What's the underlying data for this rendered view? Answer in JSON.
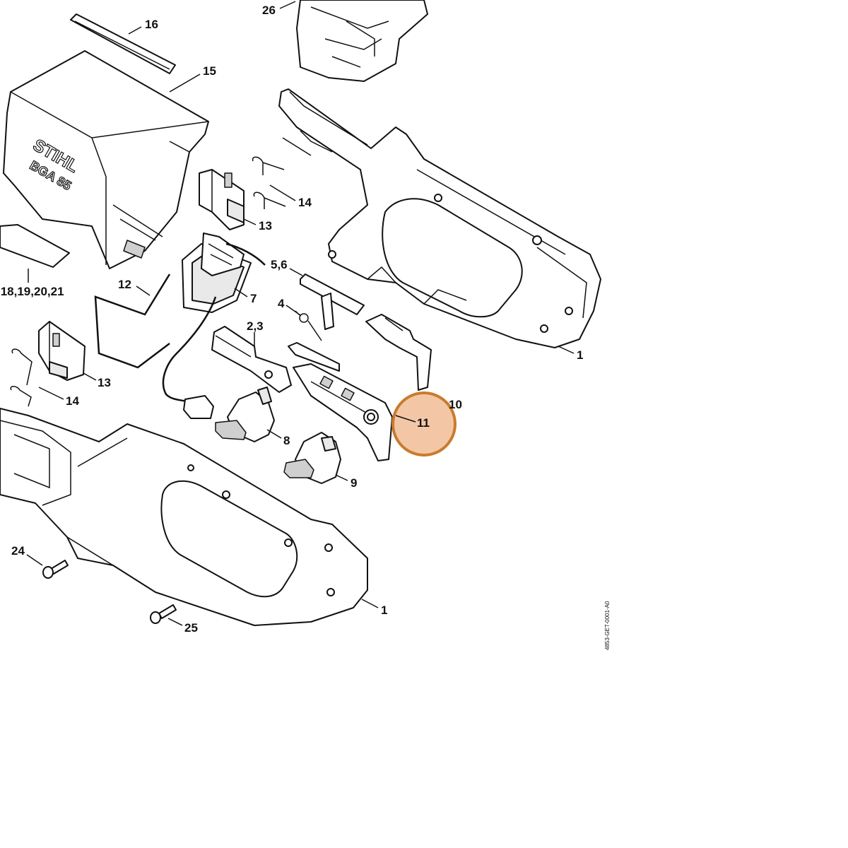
{
  "callouts": [
    {
      "id": "c16",
      "text": "16"
    },
    {
      "id": "c26",
      "text": "26"
    },
    {
      "id": "c15",
      "text": "15"
    },
    {
      "id": "c14a",
      "text": "14"
    },
    {
      "id": "c13a",
      "text": "13"
    },
    {
      "id": "c56",
      "text": "5,6"
    },
    {
      "id": "c18",
      "text": ",18,19,20,21"
    },
    {
      "id": "c12",
      "text": "12"
    },
    {
      "id": "c7",
      "text": "7"
    },
    {
      "id": "c4",
      "text": "4"
    },
    {
      "id": "c23",
      "text": "2,3"
    },
    {
      "id": "c1a",
      "text": "1"
    },
    {
      "id": "c13b",
      "text": "13"
    },
    {
      "id": "c14b",
      "text": "14"
    },
    {
      "id": "c10",
      "text": "10"
    },
    {
      "id": "c11",
      "text": "11"
    },
    {
      "id": "c8",
      "text": "8"
    },
    {
      "id": "c9",
      "text": "9"
    },
    {
      "id": "c24",
      "text": "24"
    },
    {
      "id": "c1b",
      "text": "1"
    },
    {
      "id": "c25",
      "text": "25"
    }
  ],
  "highlight": {
    "callout": "11",
    "color": "#f3c7a6",
    "border": "#c97b2c"
  },
  "logo": {
    "brand": "STIHL",
    "model": "BGA 85"
  },
  "drawing_code": "4853-GET-0001-A0"
}
